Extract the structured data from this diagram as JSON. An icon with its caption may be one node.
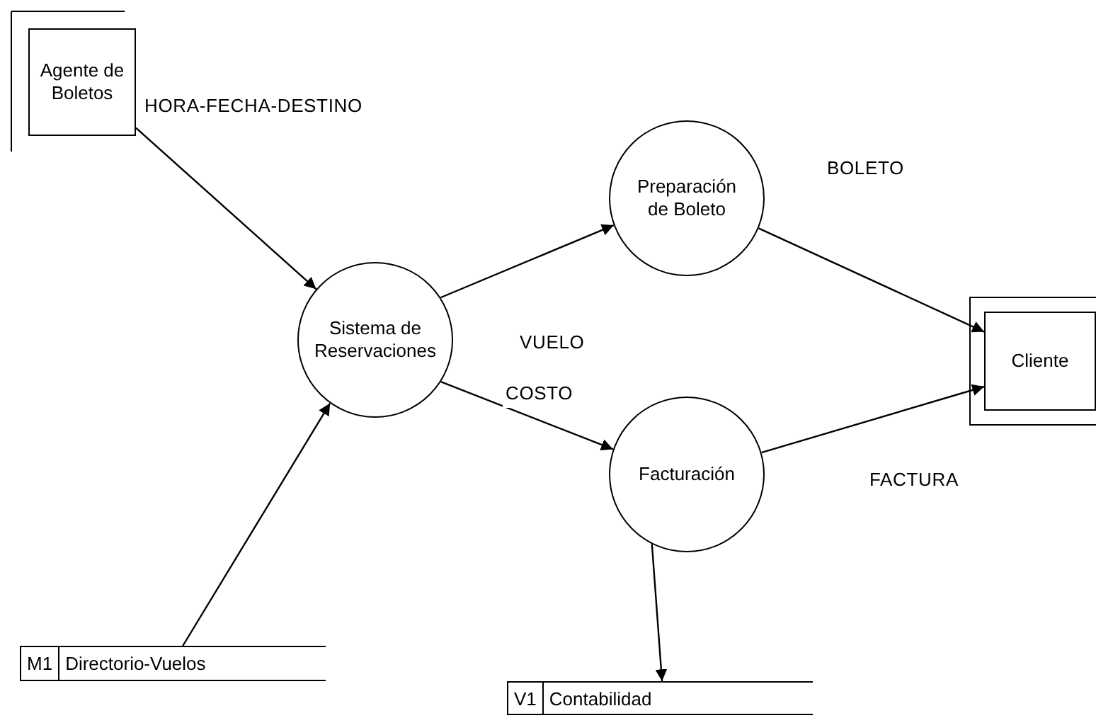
{
  "diagram": {
    "nodes": [
      {
        "text": [
          "Agente de Boletos"
        ]
      },
      {
        "text": [
          "Sistema de Reservaciones"
        ]
      },
      {
        "text": [
          "Preparación de Boleto"
        ]
      },
      {
        "text": [
          "Facturación"
        ]
      },
      {
        "text": [
          "Cliente"
        ]
      },
      {
        "text": [
          "M1",
          "Directorio-Vuelos"
        ]
      },
      {
        "text": [
          "V1",
          "Contabilidad"
        ]
      }
    ],
    "edges": [
      {
        "from": 0,
        "to": 1,
        "arrow": "to",
        "label": "HORA-FECHA-DESTINO"
      },
      {
        "from": 5,
        "to": 1,
        "arrow": "to"
      },
      {
        "from": 1,
        "to": 2,
        "arrow": "to",
        "label": "VUELO"
      },
      {
        "from": 1,
        "to": 3,
        "arrow": "to",
        "label": "COSTO"
      },
      {
        "from": 2,
        "to": 4,
        "arrow": "to",
        "label": "BOLETO"
      },
      {
        "from": 3,
        "to": 4,
        "arrow": "to",
        "label": "FACTURA"
      },
      {
        "from": 3,
        "to": 6,
        "arrow": "to"
      }
    ]
  }
}
